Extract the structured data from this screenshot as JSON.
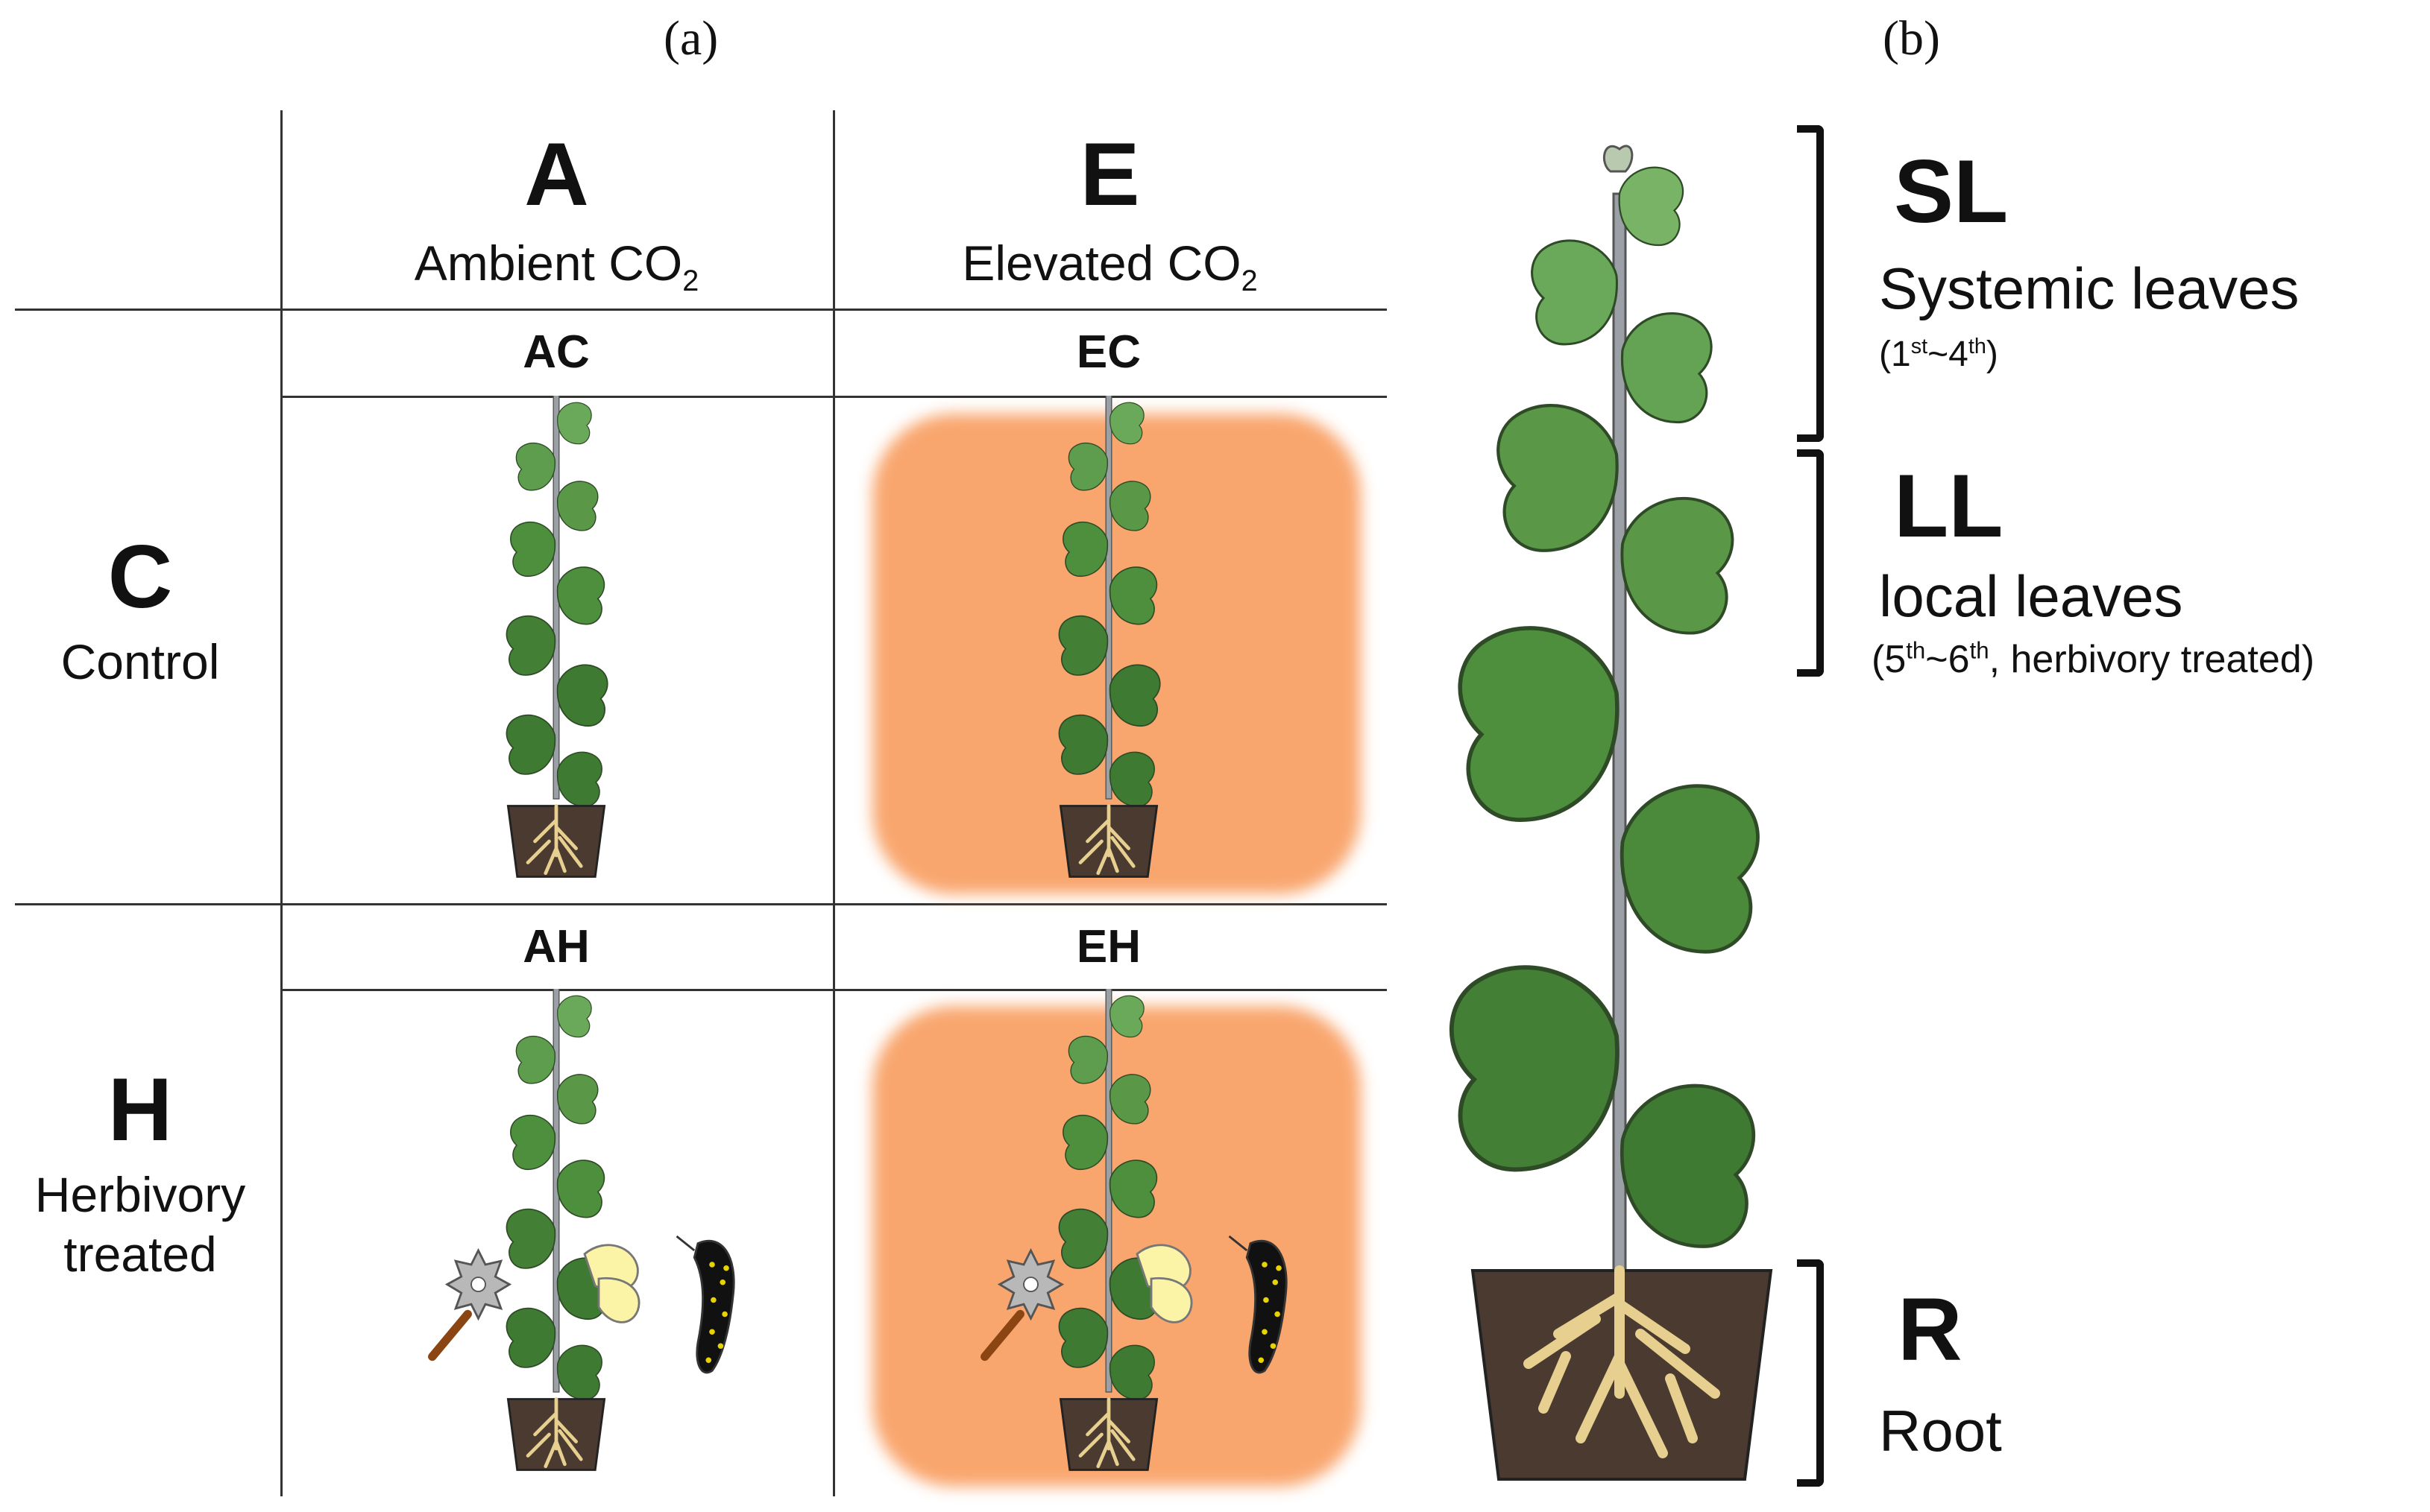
{
  "panel_labels": {
    "a": "(a)",
    "b": "(b)"
  },
  "columns": {
    "A": {
      "code": "A",
      "label": "Ambient CO",
      "sub": "2"
    },
    "E": {
      "code": "E",
      "label": "Elevated CO",
      "sub": "2"
    }
  },
  "rows": {
    "C": {
      "code": "C",
      "label": "Control"
    },
    "H": {
      "code": "H",
      "label_line1": "Herbivory",
      "label_line2": "treated"
    }
  },
  "cells": {
    "AC": "AC",
    "EC": "EC",
    "AH": "AH",
    "EH": "EH"
  },
  "parts": {
    "SL": {
      "code": "SL",
      "label": "Systemic leaves",
      "range_a": "1",
      "sup_a": "st",
      "range_b": "~4",
      "sup_b": "th"
    },
    "LL": {
      "code": "LL",
      "label": "local leaves",
      "range_a": "5",
      "sup_a": "th",
      "range_b": "~6",
      "sup_b": "th",
      "note": ", herbivory treated"
    },
    "R": {
      "code": "R",
      "label": "Root"
    }
  },
  "colors": {
    "elevated_bg": "#f9a66e",
    "leaf_dark": "#3f7a32",
    "leaf_mid": "#4d8f3d",
    "leaf_light": "#6aa85a",
    "pot": "#4a3a30",
    "root": "#e6cf8f",
    "stem": "#9aa0a6"
  }
}
